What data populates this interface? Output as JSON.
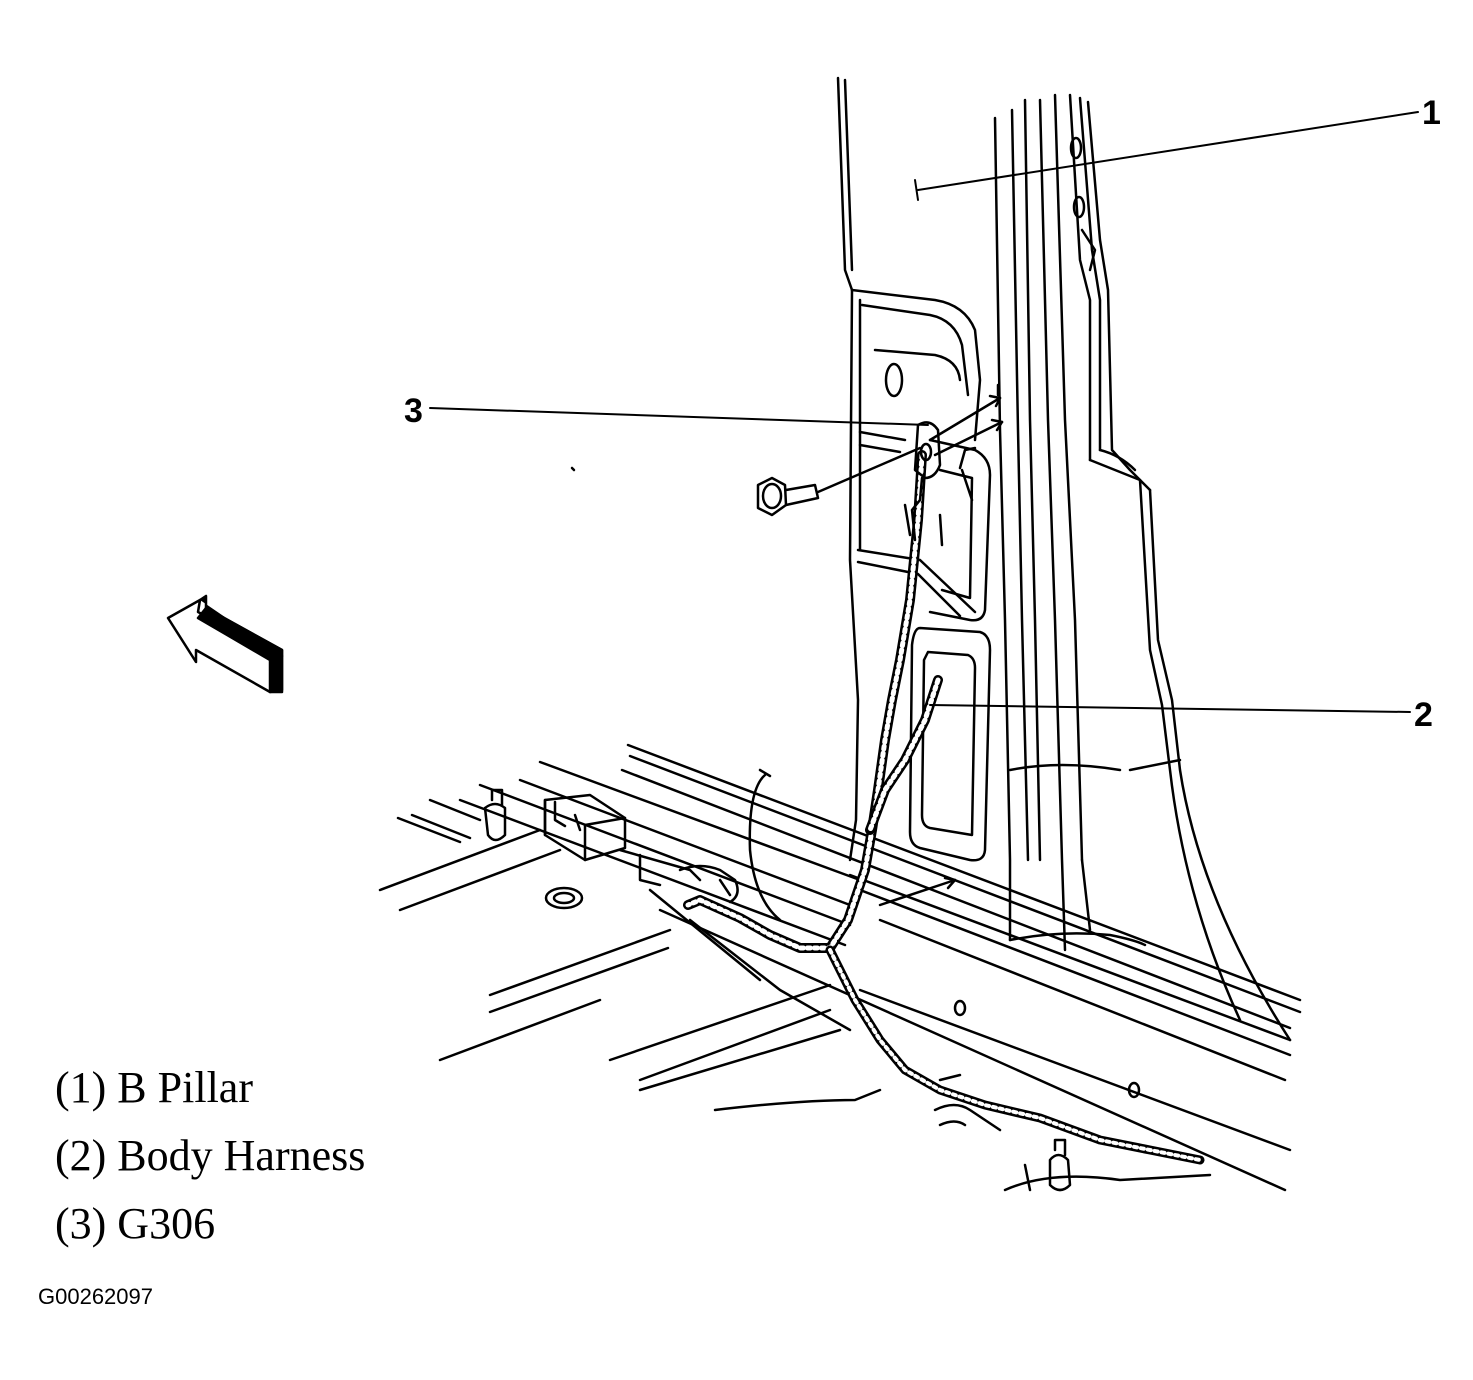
{
  "callouts": [
    {
      "number": "1",
      "part": "B Pillar"
    },
    {
      "number": "2",
      "part": "Body Harness"
    },
    {
      "number": "3",
      "part": "G306"
    }
  ],
  "legend": [
    "(1) B Pillar",
    "(2) Body Harness",
    "(3) G306"
  ],
  "figure_id": "G00262097",
  "icons": {
    "direction": "front-arrow-icon",
    "fastener": "bolt-icon"
  },
  "colors": {
    "ink": "#000000",
    "paper": "#ffffff"
  }
}
